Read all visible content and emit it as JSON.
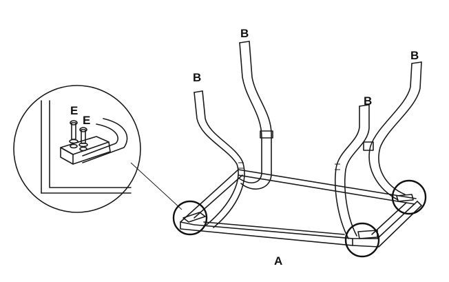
{
  "labels": {
    "frame": "A",
    "leg_1": "B",
    "leg_2": "B",
    "leg_3": "B",
    "leg_4": "B",
    "bolt_1": "E",
    "bolt_2": "E"
  }
}
